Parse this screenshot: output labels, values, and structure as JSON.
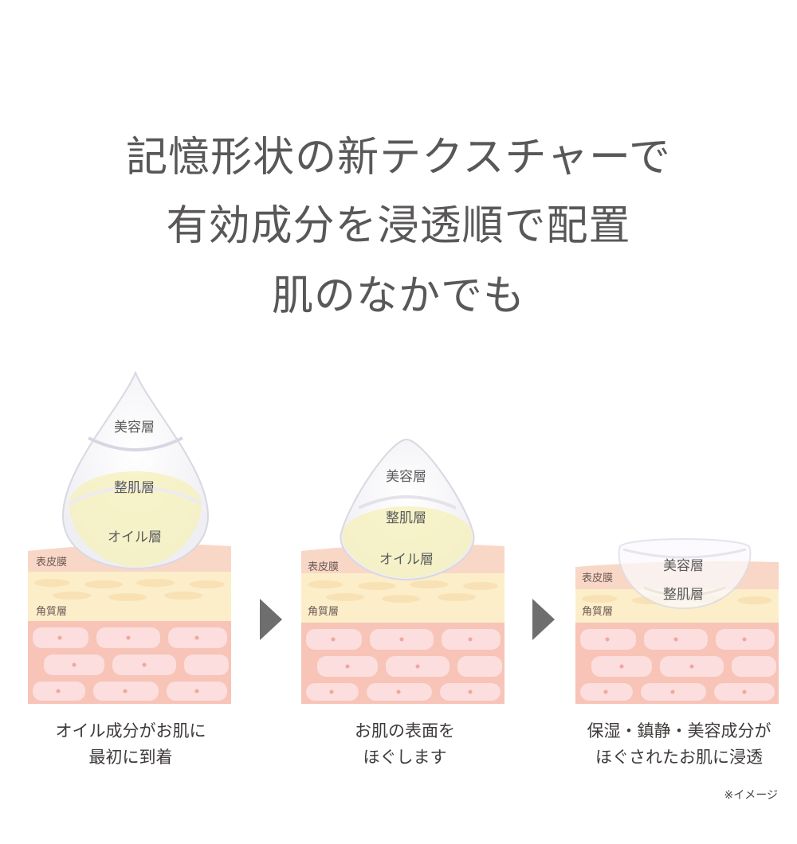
{
  "headline": {
    "line1": "記憶形状の新テクスチャーで",
    "line2": "有効成分を浸透順で配置",
    "line3": "肌のなかでも"
  },
  "skin_labels": {
    "epidermal_film": "表皮膜",
    "stratum_corneum": "角質層"
  },
  "layers": {
    "beauty": "美容層",
    "conditioning": "整肌層",
    "oil": "オイル層"
  },
  "steps": [
    {
      "caption_line1": "オイル成分がお肌に",
      "caption_line2": "最初に到着"
    },
    {
      "caption_line1": "お肌の表面を",
      "caption_line2": "ほぐします"
    },
    {
      "caption_line1": "保湿・鎮静・美容成分が",
      "caption_line2": "ほぐされたお肌に浸透"
    }
  ],
  "note": "※イメージ",
  "colors": {
    "headline": "#595757",
    "arrow": "#6e6e6e",
    "film": "#f9d7c6",
    "corneum": "#fbeec9",
    "dermis": "#f7c4b7",
    "cell": "#fbdedd",
    "oil": "#f3ea9a"
  }
}
